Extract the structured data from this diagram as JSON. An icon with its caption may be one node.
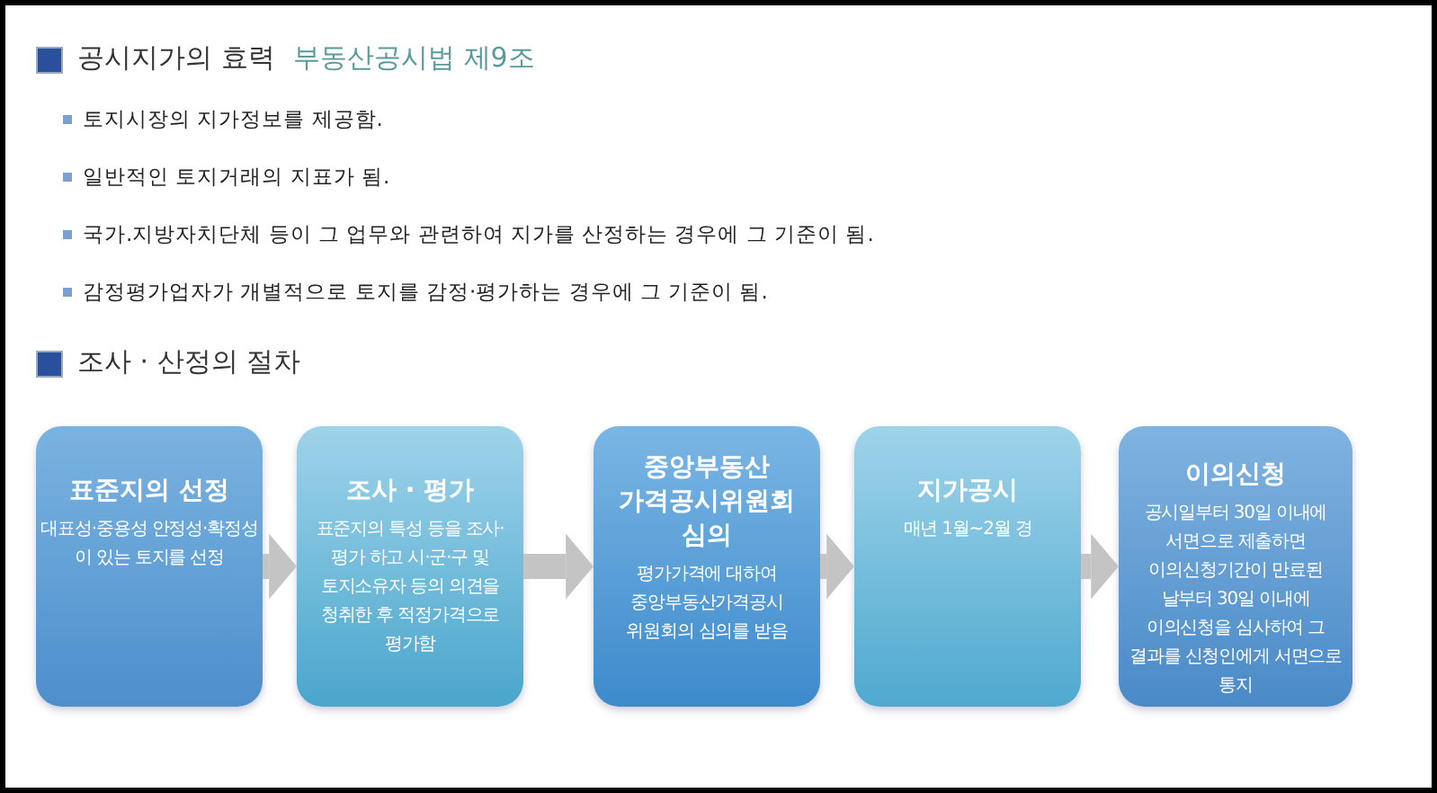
{
  "diagram": {
    "nodes": [
      {
        "text": [
          "표준지의 선정",
          "대표성·중용성 안정성·확정성 이 있는 토지를 선정"
        ]
      },
      {
        "text": [
          "조사 · 평가",
          "표준지의 특성 등을 조사·평가 하고 시·군·구 및 토지소유자 등의 의견을 청취한 후 적정가격으로 평가함"
        ]
      },
      {
        "text": [
          "중앙부동산 가격공시위원회 심의",
          "평가가격에 대하여 중앙부동산가격공시 위원회의 심의를 받음"
        ]
      },
      {
        "text": [
          "지가공시",
          "매년 1월~2월 경"
        ]
      },
      {
        "text": [
          "이의신청",
          "공시일부터 30일 이내에 서면으로 제출하면 이의신청기간이 만료된 날부터 30일 이내에 이의신청을 심사하여 그 결과를 신청인에게 서면으로 통지"
        ]
      }
    ],
    "edges": [
      {
        "from": 0,
        "to": 1,
        "arrow": "to"
      },
      {
        "from": 1,
        "to": 2,
        "arrow": "to"
      },
      {
        "from": 2,
        "to": 3,
        "arrow": "to"
      },
      {
        "from": 3,
        "to": 4,
        "arrow": "to"
      }
    ],
    "labels": [
      "공시지가의 효력",
      "부동산공시법 제9조",
      "토지시장의 지가정보를 제공함.",
      "일반적인 토지거래의 지표가 됨.",
      "국가.지방자치단체 등이 그 업무와 관련하여 지가를 산정하는 경우에 그 기준이 됨.",
      "감정평가업자가 개별적으로 토지를 감정·평가하는 경우에 그 기준이 됨.",
      "조사 · 산정의 절차"
    ]
  }
}
